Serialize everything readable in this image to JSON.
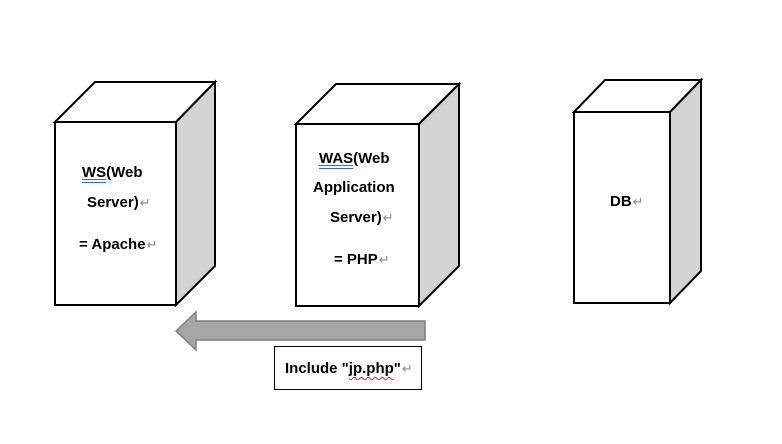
{
  "boxes": {
    "ws": {
      "name_abbr": "WS",
      "name_rest": "(Web",
      "line2": "Server)",
      "line3": "= Apache"
    },
    "was": {
      "name_abbr": "WAS",
      "name_rest": "(Web",
      "line2": "Application",
      "line3": "Server)",
      "line4": "= PHP"
    },
    "db": {
      "label": "DB"
    }
  },
  "include_note": {
    "prefix": "Include \"",
    "filename": "jp.php",
    "suffix": "\""
  },
  "paragraph_mark": "↵",
  "colors": {
    "box_face": "#ffffff",
    "box_side": "#d3d3d3",
    "arrow_fill": "#a6a6a6",
    "arrow_stroke": "#7f7f7f"
  }
}
